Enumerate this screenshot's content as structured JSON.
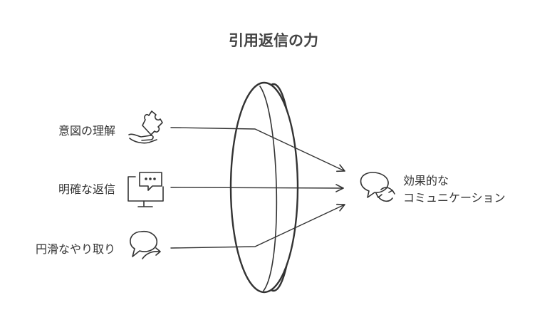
{
  "title": "引用返信の力",
  "inputs": [
    {
      "label": "意図の理解",
      "icon": "puzzle-hand-icon"
    },
    {
      "label": "明確な返信",
      "icon": "monitor-message-icon"
    },
    {
      "label": "円滑なやり取り",
      "icon": "speech-bubble-arrow-icon"
    }
  ],
  "lens": {
    "name": "lens-disk"
  },
  "output": {
    "line1": "効果的な",
    "line2": "コミュニケーション",
    "icon": "conversation-cycle-icon"
  },
  "colors": {
    "ink": "#333333",
    "background": "#ffffff"
  }
}
